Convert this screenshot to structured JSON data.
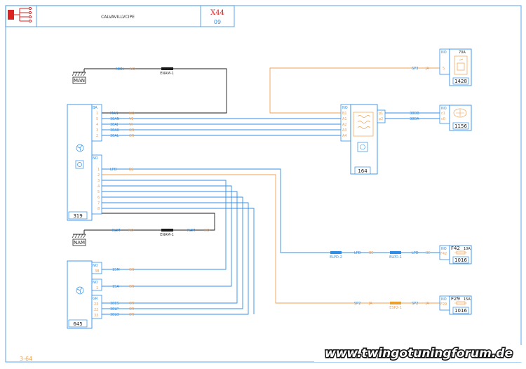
{
  "header": {
    "title": "CALVAVILLVCIPE",
    "code": "X44",
    "page": "09"
  },
  "footer": {
    "page_ref": "3-64"
  },
  "watermark": "www.twingotuningforum.de",
  "colors": {
    "frame": "#2f8fe6",
    "wire_blue": "#2f8fe6",
    "wire_orange": "#f0a050",
    "wire_black": "#1a1a1a",
    "text_red": "#dd2222",
    "text_orange": "#e8a060",
    "text_blue": "#2f8fe6",
    "ground": "#222222"
  },
  "icons": [
    "ground-symbol",
    "fan-icon",
    "relay-coil-icon",
    "connector-block-icon",
    "fuse-icon",
    "sensor-icon"
  ],
  "grounds": [
    {
      "name": "MAN",
      "label": "MAN"
    },
    {
      "name": "NAM",
      "label": "NAM"
    }
  ],
  "connectors": [
    {
      "name": "ENAM-1",
      "label": "ENAM-1"
    },
    {
      "name": "ENAM-1b",
      "label": "ENAM-1"
    },
    {
      "name": "ELPD-2",
      "label": "ELPD-2"
    },
    {
      "name": "ELPD-1",
      "label": "ELPD-1"
    },
    {
      "name": "ESP2-1",
      "label": "ESP2-1"
    }
  ],
  "components": {
    "c319": {
      "number": "319",
      "conn_top": "BA",
      "pins_top": [
        "1",
        "5",
        "4",
        "3",
        "2"
      ],
      "conn_bottom": "NO",
      "pins_bottom": [
        "1",
        "2",
        "3",
        "4",
        "5",
        "6",
        "7",
        "8"
      ]
    },
    "c645": {
      "number": "645",
      "conn1": "NO",
      "pin1": "3B",
      "conn2": "NO",
      "pin2": "1",
      "conn3": "GR",
      "pins3": [
        "23",
        "22",
        "33"
      ]
    },
    "c164": {
      "number": "164",
      "conn_left": "NO",
      "pins_left": [
        "B1",
        "A1",
        "A2",
        "A3",
        "A4"
      ],
      "pins_right": [
        "p1",
        "p2"
      ]
    },
    "c1428": {
      "number": "1428",
      "conn": "NO",
      "value": "70A",
      "pin": "5"
    },
    "c1156": {
      "number": "1156",
      "conn": "NO",
      "pins": [
        "c1",
        "c0"
      ]
    },
    "c1016a": {
      "number": "1016",
      "conn": "NO",
      "fuse": "F42",
      "value": "10A",
      "pin": "F42"
    },
    "c1016b": {
      "number": "1016",
      "conn": "NO",
      "fuse": "F29",
      "value": "15A",
      "pin": "F29"
    }
  },
  "wires": [
    {
      "id": "MAN-top",
      "labels": [
        "MAN",
        "NO"
      ]
    },
    {
      "id": "MAN",
      "labels": [
        "MAN",
        "NO"
      ]
    },
    {
      "id": "38AN",
      "labels": [
        "38AN",
        "VE"
      ]
    },
    {
      "id": "38AJ",
      "labels": [
        "38AJ",
        "VI"
      ]
    },
    {
      "id": "38AK",
      "labels": [
        "38AK",
        "OR"
      ]
    },
    {
      "id": "38AL",
      "labels": [
        "38AL",
        "GR"
      ]
    },
    {
      "id": "SP3",
      "labels": [
        "SP3",
        "JA"
      ]
    },
    {
      "id": "38DB",
      "labels": [
        "38DB"
      ]
    },
    {
      "id": "38DA",
      "labels": [
        "38DA"
      ]
    },
    {
      "id": "LPD",
      "labels": [
        "LPD",
        "BE"
      ]
    },
    {
      "id": "NAM",
      "labels": [
        "NAM",
        "NO",
        "NAM",
        "NO"
      ]
    },
    {
      "id": "15M",
      "labels": [
        "15M",
        "GR"
      ]
    },
    {
      "id": "15A",
      "labels": [
        "15A",
        "GR"
      ]
    },
    {
      "id": "38ES",
      "labels": [
        "38ES",
        "OR"
      ]
    },
    {
      "id": "38LP",
      "labels": [
        "38LP",
        "OR"
      ]
    },
    {
      "id": "38LO",
      "labels": [
        "38LO",
        "OR"
      ]
    },
    {
      "id": "LPD-b",
      "labels": [
        "LPD",
        "BE",
        "LPD",
        "BE"
      ]
    },
    {
      "id": "SP2",
      "labels": [
        "SP2",
        "JA",
        "SP2",
        "JA"
      ]
    }
  ]
}
